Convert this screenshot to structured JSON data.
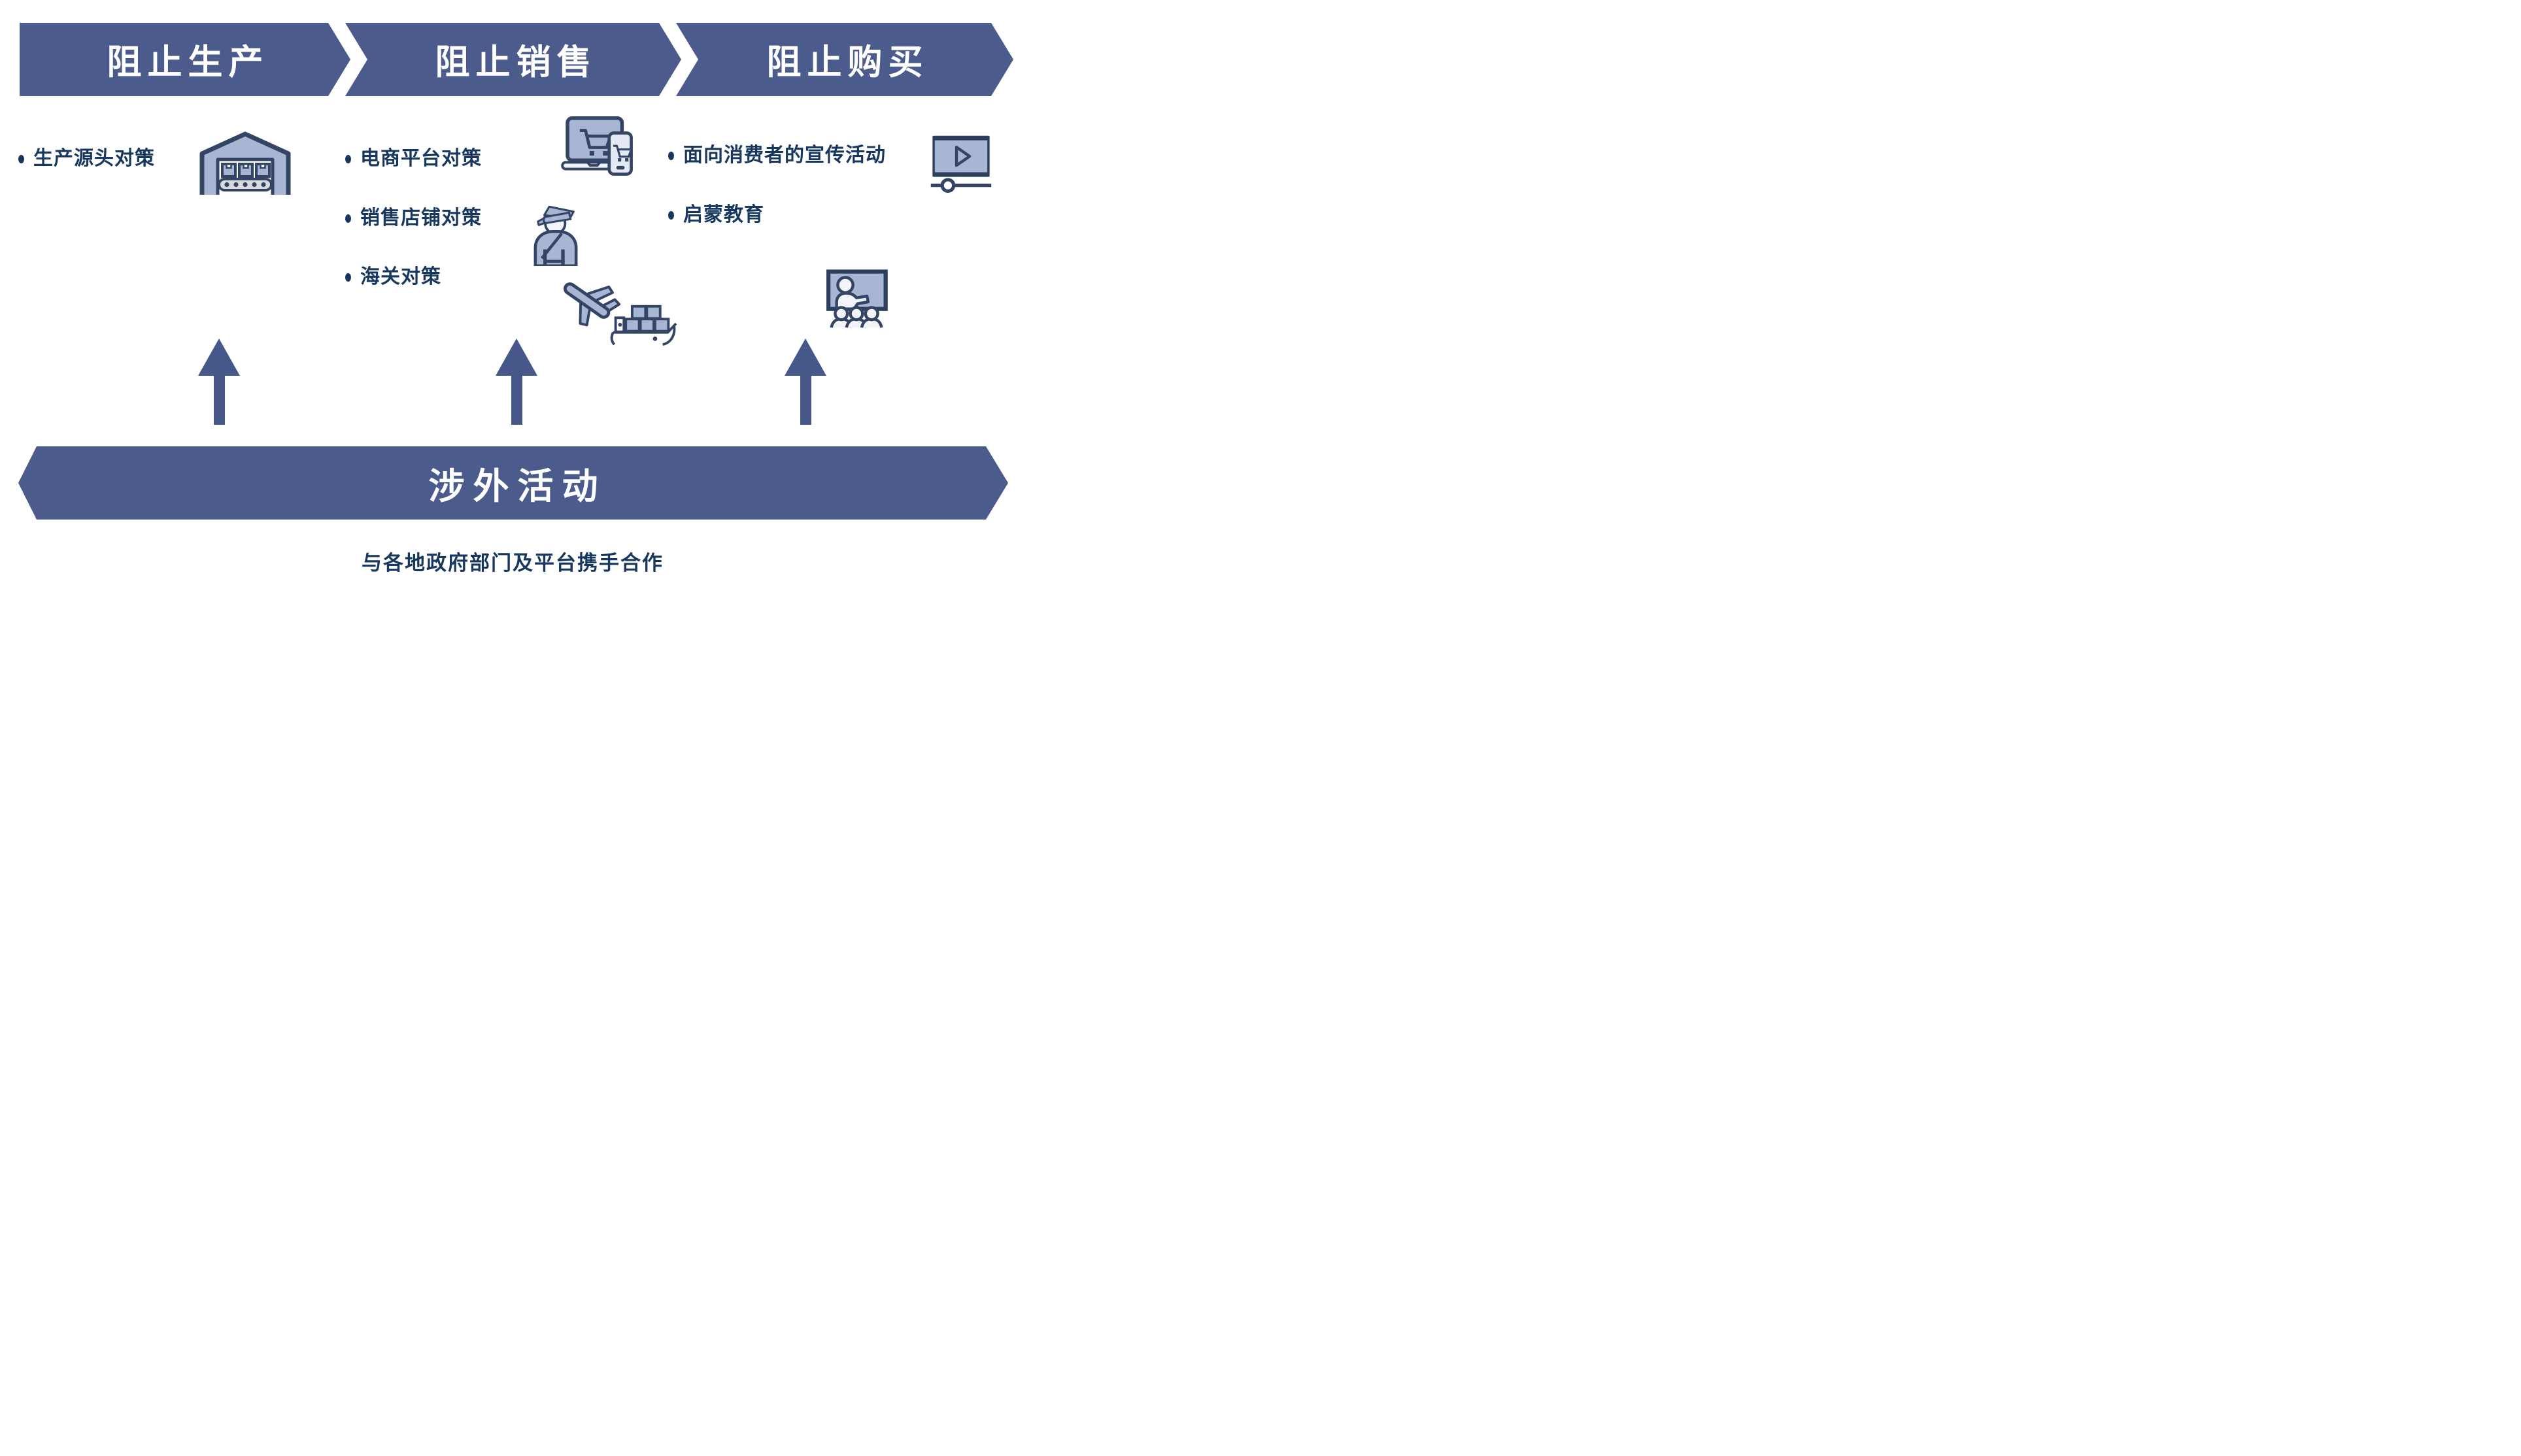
{
  "colors": {
    "band_fill": "#4a5b8c",
    "arrow_fill": "#46588a",
    "text_navy": "#17375e",
    "icon_outline": "#344464",
    "icon_fill": "#a9b6d3",
    "icon_light": "#f2f4fa",
    "background": "#ffffff"
  },
  "steps": [
    {
      "label": "阻止生产",
      "bullets": [
        "生产源头对策"
      ],
      "icons": [
        "warehouse-production-icon"
      ]
    },
    {
      "label": "阻止销售",
      "bullets": [
        "电商平台对策",
        "销售店铺对策",
        "海关对策"
      ],
      "icons": [
        "ecommerce-devices-icon",
        "customs-officer-icon",
        "air-sea-freight-icon"
      ]
    },
    {
      "label": "阻止购买",
      "bullets": [
        "面向消费者的宣传活动",
        "启蒙教育"
      ],
      "icons": [
        "video-player-icon",
        "classroom-icon"
      ]
    }
  ],
  "banner": {
    "label": "涉外活动"
  },
  "caption": {
    "text": "与各地政府部门及平台携手合作"
  }
}
